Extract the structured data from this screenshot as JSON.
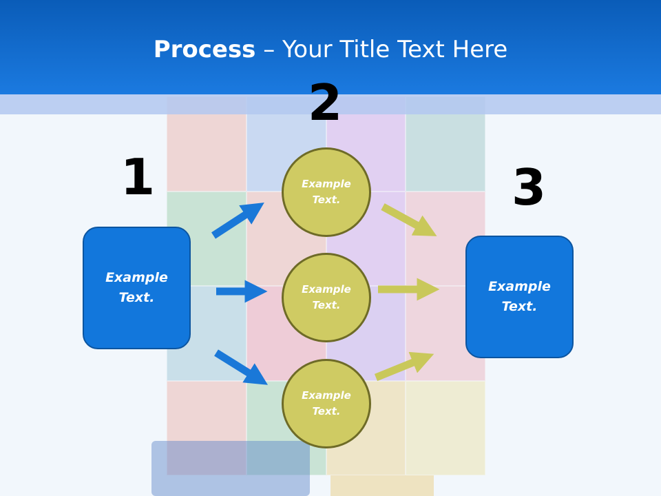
{
  "title": {
    "bold": "Process",
    "rest": " – Your Title Text Here"
  },
  "steps": {
    "one": "1",
    "two": "2",
    "three": "3"
  },
  "left_box": {
    "text": "Example Text."
  },
  "circles": [
    {
      "text": "Example Text."
    },
    {
      "text": "Example Text."
    },
    {
      "text": "Example Text."
    }
  ],
  "right_box": {
    "text": "Example Text."
  },
  "colors": {
    "header": "#1277dc",
    "box": "#1277dc",
    "circle": "#cfcb63",
    "blue_arrow": "#1a78d8",
    "olive_arrow": "#c9c85a"
  }
}
